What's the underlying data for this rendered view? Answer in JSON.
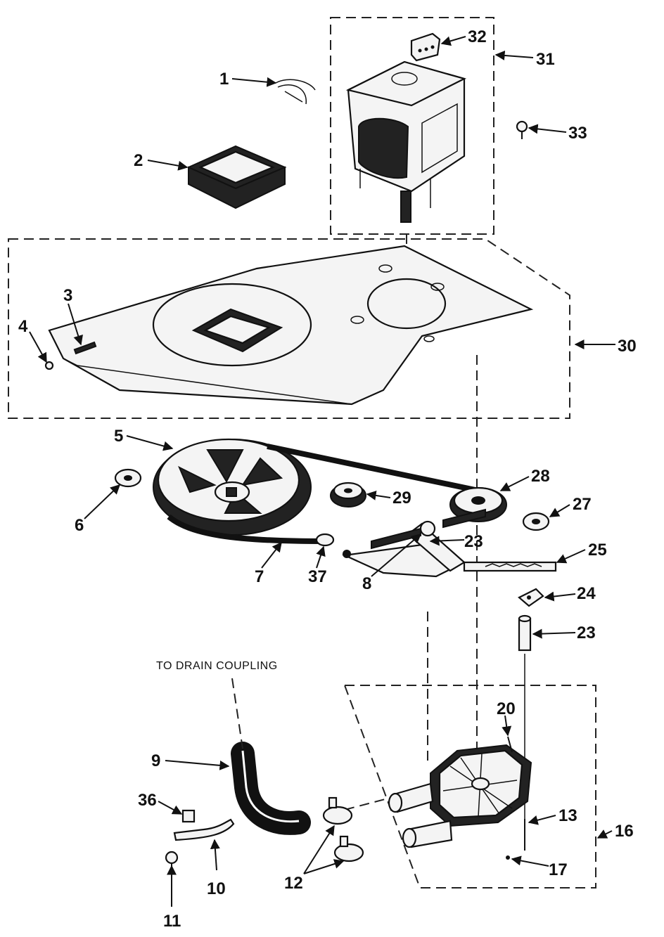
{
  "diagram": {
    "caption": "TO DRAIN COUPLING",
    "callouts": {
      "c1": "1",
      "c2": "2",
      "c3": "3",
      "c4": "4",
      "c5": "5",
      "c6": "6",
      "c7": "7",
      "c8": "8",
      "c9": "9",
      "c10": "10",
      "c11": "11",
      "c12": "12",
      "c13": "13",
      "c16": "16",
      "c17": "17",
      "c20": "20",
      "c23a": "23",
      "c23b": "23",
      "c24": "24",
      "c25": "25",
      "c27": "27",
      "c28": "28",
      "c29": "29",
      "c30": "30",
      "c31": "31",
      "c32": "32",
      "c33": "33",
      "c36": "36",
      "c37": "37"
    }
  }
}
